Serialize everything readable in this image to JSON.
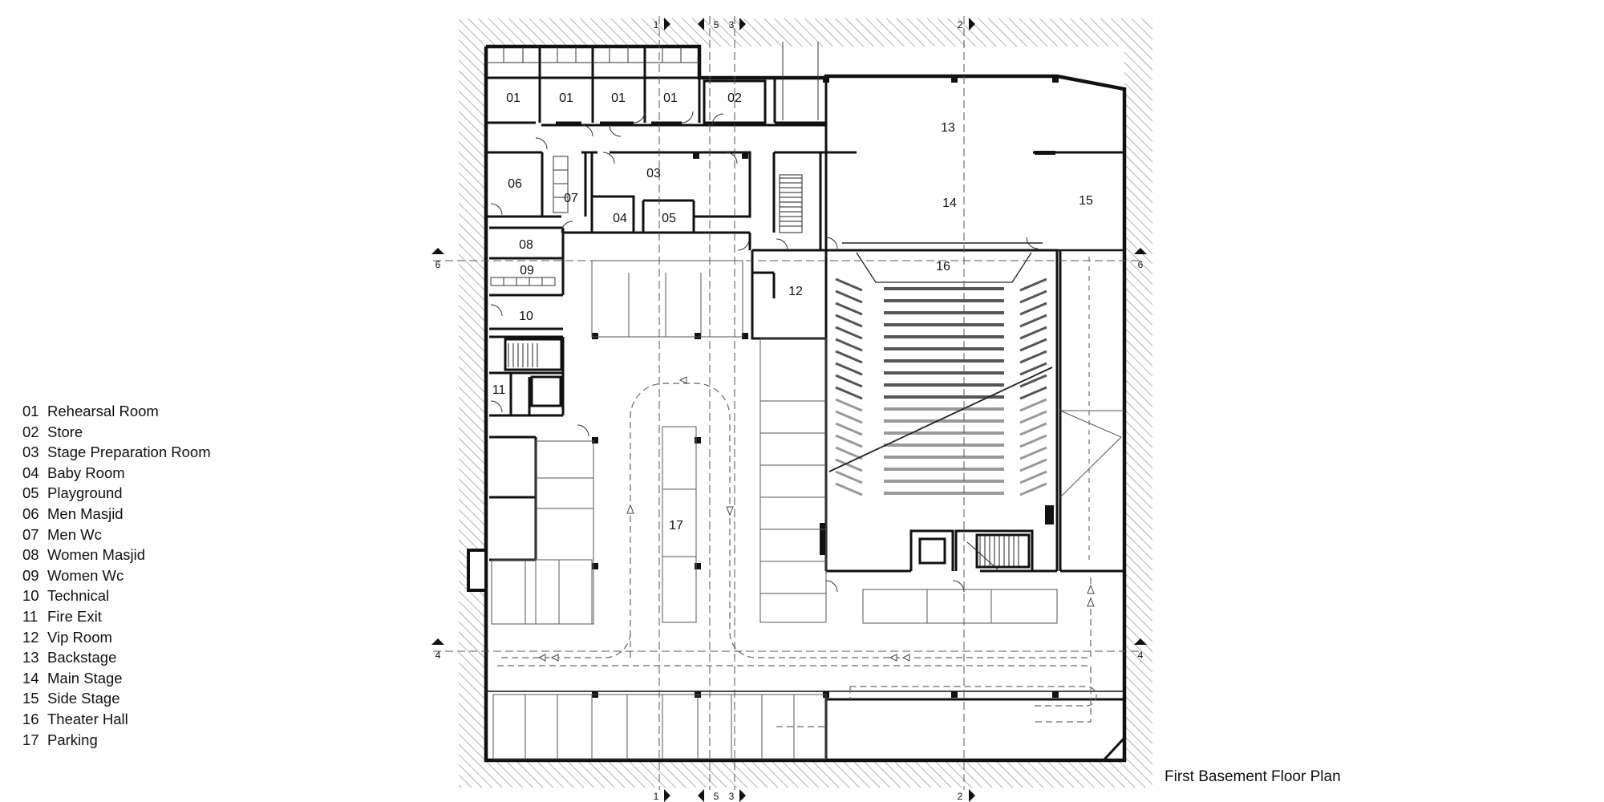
{
  "legend": [
    {
      "code": "01",
      "name": "Rehearsal Room"
    },
    {
      "code": "02",
      "name": "Store"
    },
    {
      "code": "03",
      "name": "Stage Preparation Room"
    },
    {
      "code": "04",
      "name": "Baby Room"
    },
    {
      "code": "05",
      "name": "Playground"
    },
    {
      "code": "06",
      "name": "Men Masjid"
    },
    {
      "code": "07",
      "name": "Men Wc"
    },
    {
      "code": "08",
      "name": "Women Masjid"
    },
    {
      "code": "09",
      "name": "Women Wc"
    },
    {
      "code": "10",
      "name": "Technical"
    },
    {
      "code": "11",
      "name": "Fire Exit"
    },
    {
      "code": "12",
      "name": "Vip Room"
    },
    {
      "code": "13",
      "name": "Backstage"
    },
    {
      "code": "14",
      "name": "Main Stage"
    },
    {
      "code": "15",
      "name": "Side Stage"
    },
    {
      "code": "16",
      "name": "Theater Hall"
    },
    {
      "code": "17",
      "name": "Parking"
    }
  ],
  "plan": {
    "caption": "First Basement Floor Plan",
    "room_labels": [
      "01",
      "01",
      "01",
      "01",
      "02",
      "03",
      "04",
      "05",
      "06",
      "07",
      "08",
      "09",
      "10",
      "11",
      "12",
      "13",
      "14",
      "15",
      "16",
      "17"
    ],
    "section_markers": [
      "1",
      "5",
      "3",
      "2",
      "1",
      "5",
      "3",
      "2",
      "6",
      "6",
      "4",
      "4"
    ]
  },
  "colors": {
    "ink": "#111111",
    "hatch": "#8a8a8a",
    "seat": "#555555"
  }
}
